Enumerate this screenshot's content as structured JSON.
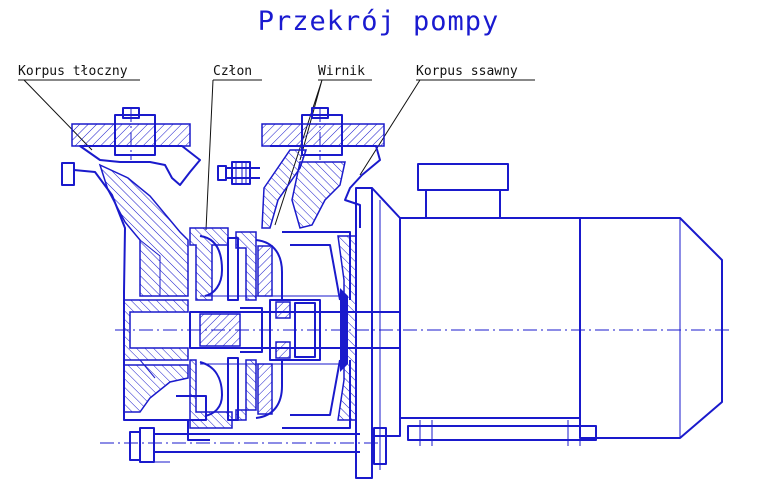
{
  "title": "Przekrój pompy",
  "labels": {
    "korpus_tloczny": "Korpus tłoczny",
    "czlon": "Człon",
    "wirnik": "Wirnik",
    "korpus_ssawny": "Korpus ssawny"
  },
  "colors": {
    "drawing": "#1a1acc",
    "leader": "#111111",
    "title": "#1a1ad0"
  }
}
